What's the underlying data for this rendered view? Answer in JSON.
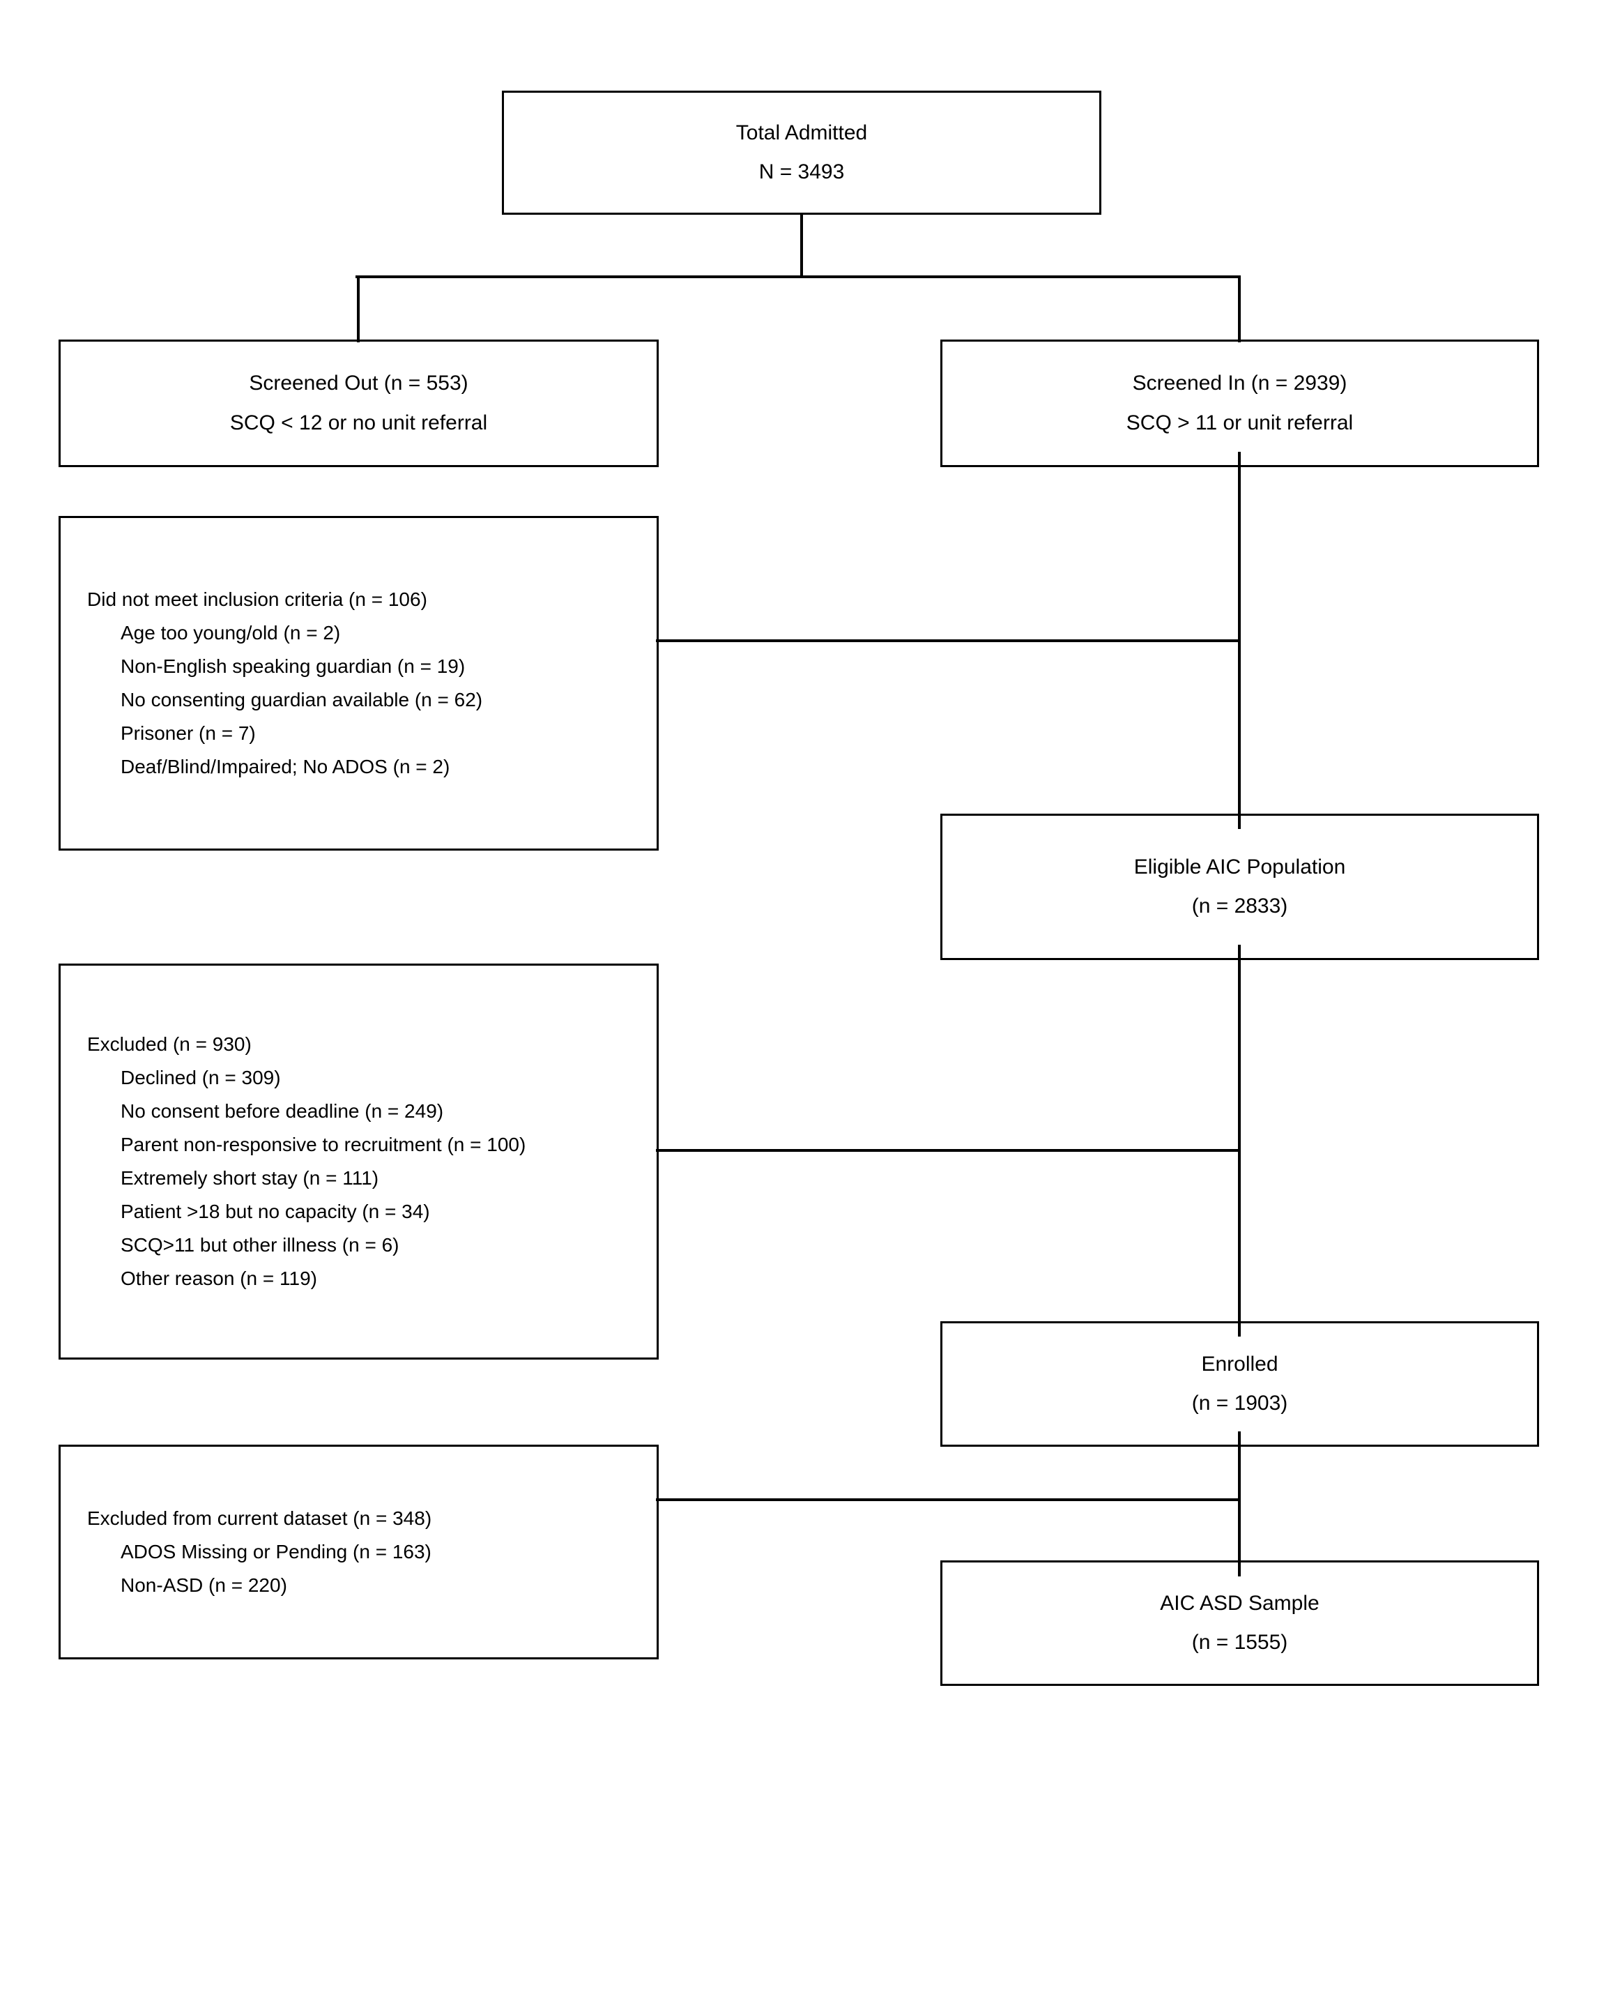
{
  "page": {
    "background_color": "#ffffff",
    "line_color": "#000000",
    "text_color": "#000000"
  },
  "flowchart": {
    "total_admitted": {
      "line1": "Total Admitted",
      "line2": "N = 3493"
    },
    "screened_out": {
      "line1": "Screened Out (n = 553)",
      "line2": "SCQ < 12 or no unit referral"
    },
    "screened_in": {
      "line1": "Screened In (n = 2939)",
      "line2": "SCQ > 11 or unit referral"
    },
    "did_not_meet": {
      "title": "Did not meet inclusion criteria (n = 106)",
      "items": [
        "Age too young/old (n = 2)",
        "Non-English speaking guardian (n = 19)",
        "No consenting guardian available (n = 62)",
        "Prisoner (n = 7)",
        "Deaf/Blind/Impaired; No ADOS (n = 2)"
      ]
    },
    "eligible": {
      "line1": "Eligible AIC Population",
      "line2": "(n = 2833)"
    },
    "excluded": {
      "title": "Excluded (n = 930)",
      "items": [
        "Declined (n = 309)",
        "No consent before deadline (n = 249)",
        "Parent non-responsive to recruitment (n = 100)",
        "Extremely short stay (n = 111)",
        "Patient >18 but no capacity (n = 34)",
        "SCQ>11 but other illness (n = 6)",
        "Other reason (n = 119)"
      ]
    },
    "enrolled": {
      "line1": "Enrolled",
      "line2": "(n = 1903)"
    },
    "excluded_current": {
      "title": "Excluded from current dataset (n = 348)",
      "items": [
        "ADOS Missing or Pending (n = 163)",
        "Non-ASD (n = 220)"
      ]
    },
    "aic_asd_sample": {
      "line1": "AIC ASD Sample",
      "line2": "(n = 1555)"
    }
  }
}
